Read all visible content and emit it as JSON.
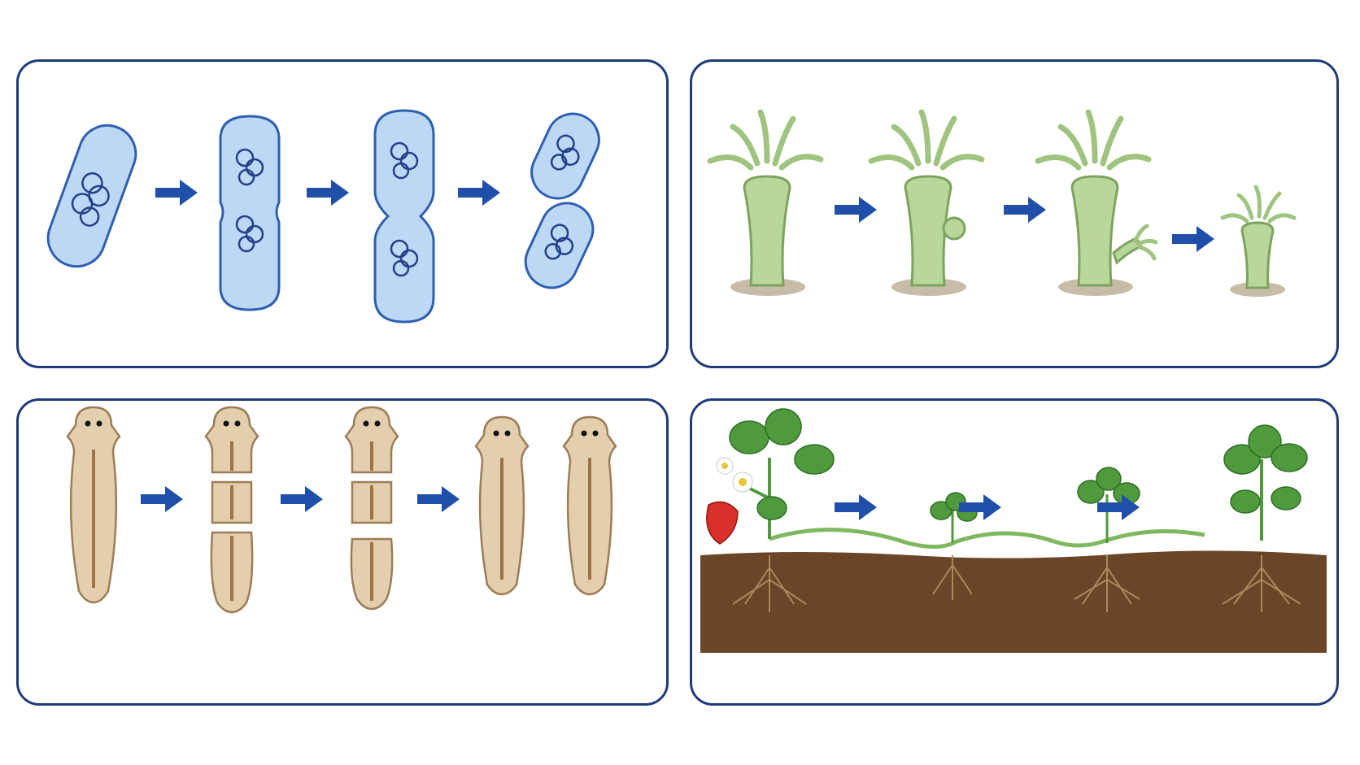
{
  "figure": {
    "panels": [
      {
        "id": "binary-fission",
        "arrow_count": 3,
        "stage_count": 4
      },
      {
        "id": "budding",
        "arrow_count": 3,
        "stage_count": 4
      },
      {
        "id": "fragmentation-regeneration",
        "arrow_count": 3,
        "stage_count": 5
      },
      {
        "id": "vegetative-propagation-runners",
        "arrow_count": 3,
        "stage_count": 4
      }
    ],
    "colors": {
      "panel_border": "#1f3a78",
      "arrow": "#1f4fa8",
      "bacterium_fill": "#bcd8f4",
      "bacterium_outline": "#2f5fb0",
      "dna": "#243f8a",
      "hydra_fill": "#b9d79a",
      "hydra_outline": "#7da35f",
      "planarian_fill": "#e3cfae",
      "planarian_gut": "#9c7445",
      "leaf": "#4f9a3c",
      "soil": "#6b4528",
      "root": "#a9885c",
      "strawberry": "#d9302b"
    }
  }
}
